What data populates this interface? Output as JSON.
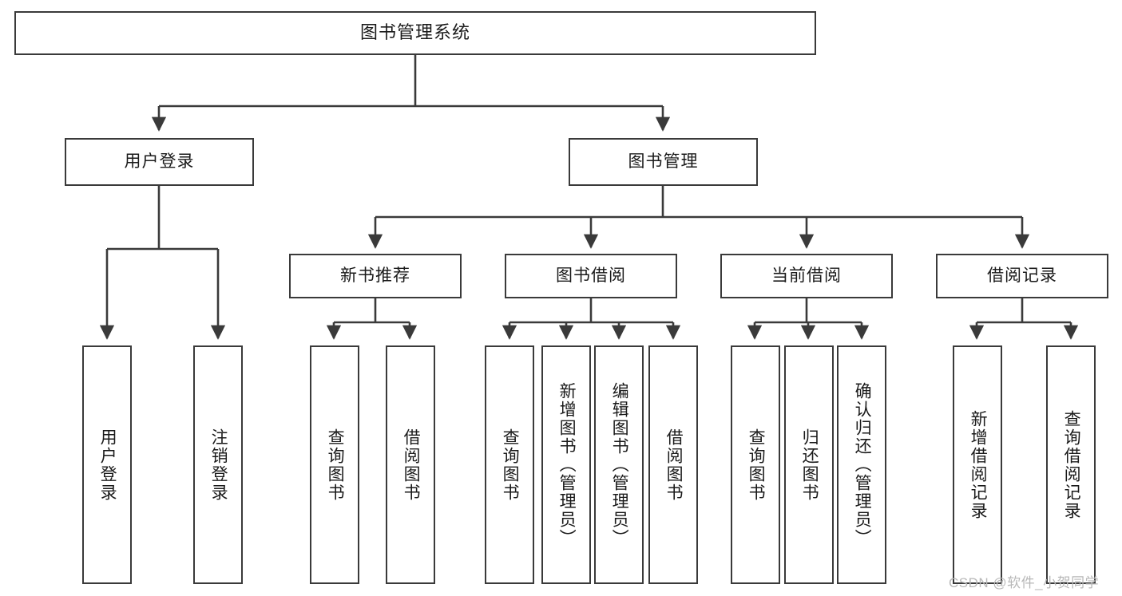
{
  "diagram": {
    "title": "图书管理系统",
    "watermark": "CSDN @软件_小贺同学",
    "line_color": "#3a3a3a",
    "background": "#ffffff",
    "nodes": {
      "root": "图书管理系统",
      "user_login": "用户登录",
      "book_manage": "图书管理",
      "new_book_rec": "新书推荐",
      "book_borrow": "图书借阅",
      "current_borrow": "当前借阅",
      "borrow_record": "借阅记录",
      "leaf_user_login": "用户登录",
      "leaf_user_logout": "注销登录",
      "leaf_query_book_1": "查询图书",
      "leaf_borrow_book_1": "借阅图书",
      "leaf_query_book_2": "查询图书",
      "leaf_add_book": "新增图书（管理员）",
      "leaf_edit_book": "编辑图书（管理员）",
      "leaf_borrow_book_2": "借阅图书",
      "leaf_query_book_3": "查询图书",
      "leaf_return_book": "归还图书",
      "leaf_confirm_return": "确认归还（管理员）",
      "leaf_add_record": "新增借阅记录",
      "leaf_query_record": "查询借阅记录"
    }
  }
}
